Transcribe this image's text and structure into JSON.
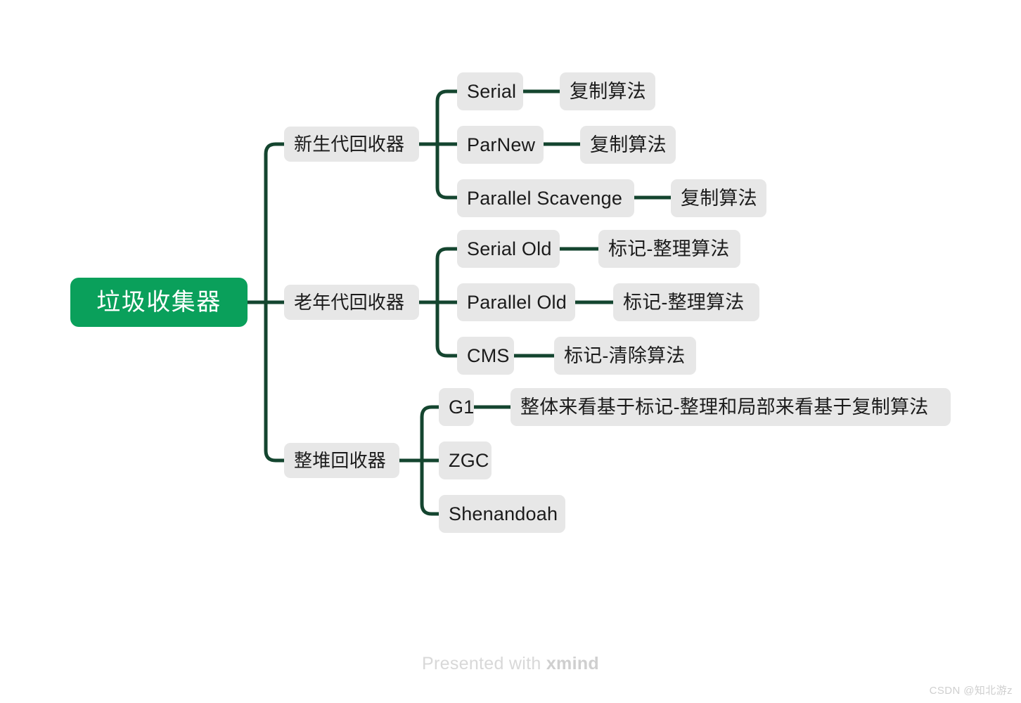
{
  "diagram": {
    "type": "mindmap",
    "title": "垃圾收集器",
    "root": {
      "label": "垃圾收集器",
      "color": "#0aa05b",
      "text_color": "#ffffff"
    },
    "node_style": {
      "background": "#e7e7e7",
      "text_color": "#1b1b1b",
      "edge_color": "#14452f"
    },
    "branches": [
      {
        "label": "新生代回收器",
        "children": [
          {
            "label": "Serial",
            "children": [
              {
                "label": "复制算法"
              }
            ]
          },
          {
            "label": "ParNew",
            "children": [
              {
                "label": "复制算法"
              }
            ]
          },
          {
            "label": "Parallel Scavenge",
            "children": [
              {
                "label": "复制算法"
              }
            ]
          }
        ]
      },
      {
        "label": "老年代回收器",
        "children": [
          {
            "label": "Serial Old",
            "children": [
              {
                "label": "标记-整理算法"
              }
            ]
          },
          {
            "label": "Parallel Old",
            "children": [
              {
                "label": "标记-整理算法"
              }
            ]
          },
          {
            "label": "CMS",
            "children": [
              {
                "label": "标记-清除算法"
              }
            ]
          }
        ]
      },
      {
        "label": "整堆回收器",
        "children": [
          {
            "label": "G1",
            "children": [
              {
                "label": "整体来看基于标记-整理和局部来看基于复制算法"
              }
            ]
          },
          {
            "label": "ZGC",
            "children": []
          },
          {
            "label": "Shenandoah",
            "children": []
          }
        ]
      }
    ]
  },
  "nodes": {
    "root": "垃圾收集器",
    "b1": "新生代回收器",
    "b2": "老年代回收器",
    "b3": "整堆回收器",
    "n_serial": "Serial",
    "n_serial_algo": "复制算法",
    "n_parnew": "ParNew",
    "n_parnew_algo": "复制算法",
    "n_ps": "Parallel Scavenge",
    "n_ps_algo": "复制算法",
    "n_serialold": "Serial Old",
    "n_serialold_algo": "标记-整理算法",
    "n_parallelold": "Parallel Old",
    "n_parallelold_algo": "标记-整理算法",
    "n_cms": "CMS",
    "n_cms_algo": "标记-清除算法",
    "n_g1": "G1",
    "n_g1_algo": "整体来看基于标记-整理和局部来看基于复制算法",
    "n_zgc": "ZGC",
    "n_shenandoah": "Shenandoah"
  },
  "footer": {
    "prefix": "Presented with ",
    "brand": "xmind"
  },
  "watermark": {
    "text": "CSDN @知北游z"
  }
}
